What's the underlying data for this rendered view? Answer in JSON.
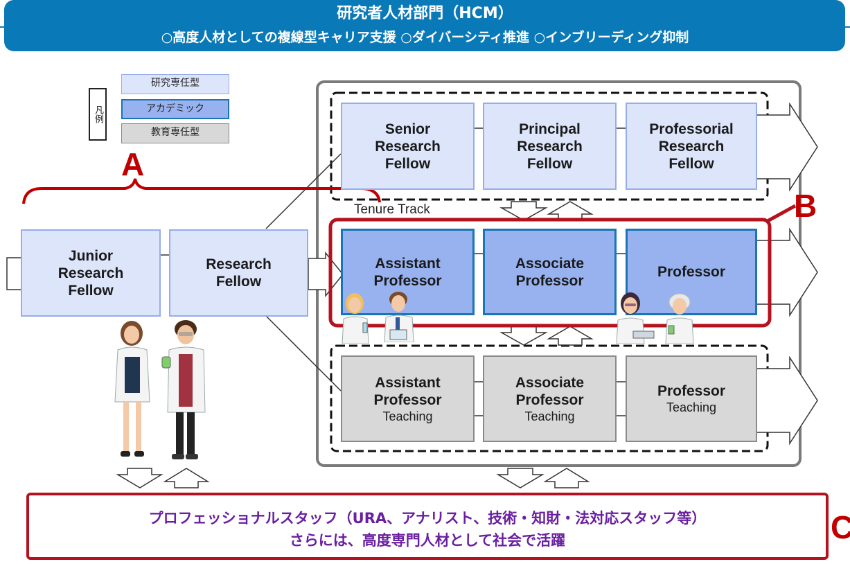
{
  "header": {
    "title": "研究者人材部門（HCM）",
    "subtitle": "○高度人材としての複線型キャリア支援 ○ダイバーシティ推進 ○インブリーディング抑制"
  },
  "legend": {
    "label": "凡例",
    "items": [
      {
        "label": "研究専任型",
        "color": "#dde5fb"
      },
      {
        "label": "アカデミック",
        "color": "#97b2ef"
      },
      {
        "label": "教育専任型",
        "color": "#d8d8d8"
      }
    ]
  },
  "markers": {
    "a": "A",
    "b": "B",
    "c": "C"
  },
  "entry": {
    "junior": [
      "Junior",
      "Research",
      "Fellow"
    ],
    "research": [
      "Research",
      "Fellow"
    ]
  },
  "tenure_track_label": "Tenure Track",
  "research_track": [
    [
      "Senior",
      "Research",
      "Fellow"
    ],
    [
      "Principal",
      "Research",
      "Fellow"
    ],
    [
      "Professorial",
      "Research",
      "Fellow"
    ]
  ],
  "academic_track": [
    [
      "Assistant",
      "Professor"
    ],
    [
      "Associate",
      "Professor"
    ],
    [
      "Professor"
    ]
  ],
  "teaching_track": [
    {
      "title": [
        "Assistant",
        "Professor"
      ],
      "sub": "Teaching"
    },
    {
      "title": [
        "Associate",
        "Professor"
      ],
      "sub": "Teaching"
    },
    {
      "title": [
        "Professor"
      ],
      "sub": "Teaching"
    }
  ],
  "bottom": {
    "line1": "プロフェッショナルスタッフ（URA、アナリスト、技術・知財・法対応スタッフ等）",
    "line2": "さらには、高度専門人材として社会で活躍"
  },
  "colors": {
    "banner": "#0a79b7",
    "research": "#dde5fb",
    "academic": "#97b2ef",
    "teaching": "#d8d8d8",
    "accent_red": "#c00000",
    "bottom_text": "#6a1fa0"
  }
}
